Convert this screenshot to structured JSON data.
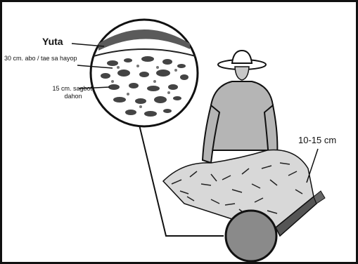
{
  "labels": {
    "soil": "Yuta",
    "layer_top": "30 cm. abo / tae sa hayop",
    "layer_bottom": "15 cm. sagbot, dahon",
    "depth": "10-15 cm"
  },
  "colors": {
    "line": "#111111",
    "circle_fill": "#8a8a8a",
    "figure_fill": "#b5b5b5"
  }
}
